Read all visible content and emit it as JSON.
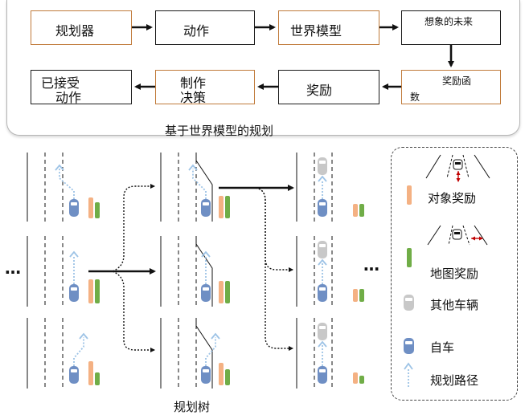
{
  "planning": {
    "caption": "基于世界模型的规划",
    "boxes": {
      "planner": "规划器",
      "action": "动作",
      "world_model": "世界模型",
      "imagined_future": "想象的未来",
      "reward_function_line1": "奖励函",
      "reward_function_line2": "数",
      "reward": "奖励",
      "decision_line1": "制作",
      "decision_line2": "决策",
      "accepted_line1": "已接受",
      "accepted_line2": "动作"
    }
  },
  "tree": {
    "caption": "规划树",
    "ellipsis": "…"
  },
  "legend": {
    "object_reward": "对象奖励",
    "map_reward": "地图奖励",
    "other_vehicles": "其他车辆",
    "ego_vehicle": "自车",
    "planned_path": "规划路径"
  },
  "colors": {
    "orange_border": "#c07a3a",
    "object_reward_bar": "#f4b183",
    "map_reward_bar": "#70ad47",
    "ego_car": "#6f8fc4",
    "other_car": "#c8c8c8",
    "path": "#9dc3e6",
    "red_arrow": "#c00000"
  }
}
